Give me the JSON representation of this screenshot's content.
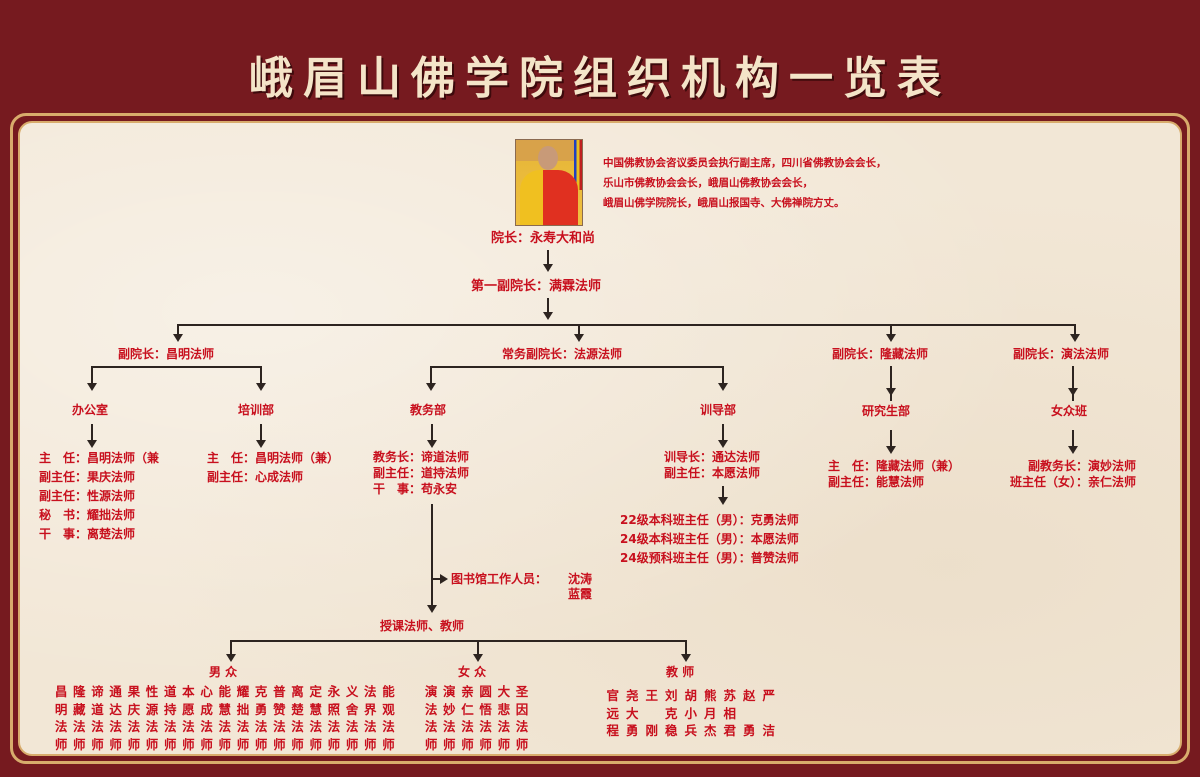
{
  "title": "峨眉山佛学院组织机构一览表",
  "president": {
    "label": "院长：永寿大和尚",
    "photo_icon": "portrait-photo",
    "bio": [
      "中国佛教协会咨议委员会执行副主席，四川省佛教协会会长，",
      "乐山市佛教协会会长，峨眉山佛教协会会长，",
      "峨眉山佛学院院长，峨眉山报国寺、大佛禅院方丈。"
    ]
  },
  "first_vice_president": "第一副院长：满霖法师",
  "branches": [
    {
      "vp": "副院长：昌明法师",
      "departments": [
        {
          "name": "办公室",
          "staff": [
            "主　任：昌明法师（兼",
            "副主任：果庆法师",
            "副主任：性源法师",
            "秘　书：耀拙法师",
            "干　事：离楚法师"
          ]
        },
        {
          "name": "培训部",
          "staff": [
            "主　任：昌明法师（兼）",
            "副主任：心成法师"
          ]
        }
      ]
    },
    {
      "vp": "常务副院长：法源法师",
      "departments": [
        {
          "name": "教务部",
          "staff": [
            "教务长：谛道法师",
            "副主任：道持法师",
            "干　事：苟永安"
          ]
        },
        {
          "name": "训导部",
          "staff": [
            "训导长：通达法师",
            "副主任：本愿法师"
          ],
          "class_heads": [
            "22级本科班主任（男）：克勇法师",
            "24级本科班主任（男）：本愿法师",
            "24级预科班主任（男）：普赞法师"
          ]
        }
      ]
    },
    {
      "vp": "副院长：隆藏法师",
      "departments": [
        {
          "name": "研究生部",
          "staff": [
            "主　任：隆藏法师（兼）",
            "副主任：能慧法师"
          ]
        }
      ]
    },
    {
      "vp": "副院长：演法法师",
      "departments": [
        {
          "name": "女众班",
          "staff": [
            "副教务长：演妙法师",
            "班主任（女）：亲仁法师"
          ]
        }
      ]
    }
  ],
  "library": {
    "label": "图书馆工作人员：",
    "staff": [
      "沈涛",
      "蓝霞"
    ]
  },
  "teaching": {
    "label": "授课法师、教师",
    "groups": [
      {
        "name": "男 众",
        "columns": [
          [
            "昌",
            "明",
            "法",
            "师"
          ],
          [
            "隆",
            "藏",
            "法",
            "师"
          ],
          [
            "谛",
            "道",
            "法",
            "师"
          ],
          [
            "通",
            "达",
            "法",
            "师"
          ],
          [
            "果",
            "庆",
            "法",
            "师"
          ],
          [
            "性",
            "源",
            "法",
            "师"
          ],
          [
            "道",
            "持",
            "法",
            "师"
          ],
          [
            "本",
            "愿",
            "法",
            "师"
          ],
          [
            "心",
            "成",
            "法",
            "师"
          ],
          [
            "能",
            "慧",
            "法",
            "师"
          ],
          [
            "耀",
            "拙",
            "法",
            "师"
          ],
          [
            "克",
            "勇",
            "法",
            "师"
          ],
          [
            "普",
            "赞",
            "法",
            "师"
          ],
          [
            "离",
            "楚",
            "法",
            "师"
          ],
          [
            "定",
            "慧",
            "法",
            "师"
          ],
          [
            "永",
            "照",
            "法",
            "师"
          ],
          [
            "义",
            "舍",
            "法",
            "师"
          ],
          [
            "法",
            "界",
            "法",
            "师"
          ],
          [
            "能",
            "观",
            "法",
            "师"
          ]
        ]
      },
      {
        "name": "女 众",
        "columns": [
          [
            "演",
            "法",
            "法",
            "师"
          ],
          [
            "演",
            "妙",
            "法",
            "师"
          ],
          [
            "亲",
            "仁",
            "法",
            "师"
          ],
          [
            "圆",
            "悟",
            "法",
            "师"
          ],
          [
            "大",
            "悲",
            "法",
            "师"
          ],
          [
            "圣",
            "因",
            "法",
            "师"
          ]
        ]
      },
      {
        "name": "教 师",
        "columns": [
          [
            "官",
            "远",
            "程"
          ],
          [
            "尧",
            "大",
            "勇"
          ],
          [
            "王",
            "",
            "刚"
          ],
          [
            "刘",
            "克",
            "稳"
          ],
          [
            "胡",
            "小",
            "兵"
          ],
          [
            "熊",
            "月",
            "杰"
          ],
          [
            "苏",
            "相",
            "君"
          ],
          [
            "赵",
            "",
            "勇"
          ],
          [
            "严",
            "",
            "洁"
          ]
        ]
      }
    ]
  },
  "colors": {
    "background": "#761a1f",
    "panel": "#f2e7d6",
    "border_gold": "#d8ac6c",
    "text_red": "#c8101e",
    "line": "#2d2420"
  }
}
